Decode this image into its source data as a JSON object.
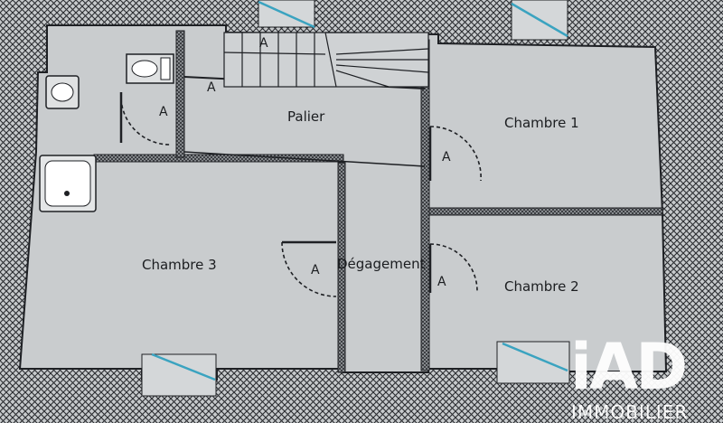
{
  "rooms": {
    "palier": "Palier",
    "chambre_1": "Chambre 1",
    "chambre_2": "Chambre 2",
    "chambre_3": "Chambre 3",
    "degagement": "Dégagement"
  },
  "door_marker": "A",
  "brand": {
    "logo_text": "iAD",
    "tagline": "IMMOBILIER"
  }
}
